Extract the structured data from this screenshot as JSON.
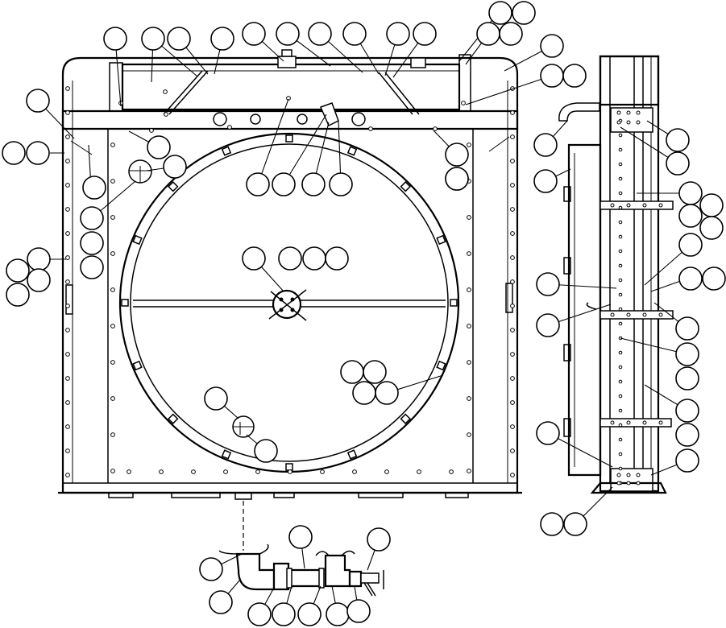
{
  "figure": {
    "kind": "exploded parts diagram",
    "views": [
      "front-view",
      "side-view",
      "drain-valve-detail"
    ],
    "callout_balloon_count": 86,
    "callout_labels_printed": false
  }
}
